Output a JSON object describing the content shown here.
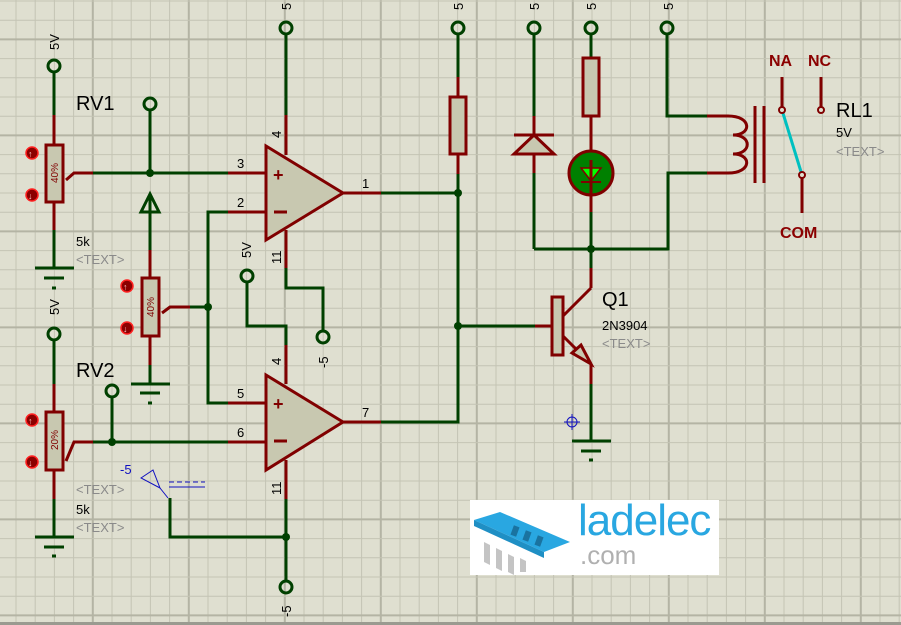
{
  "schematic": {
    "power_terminals": {
      "rv1_top": "5V",
      "rv2_top": "5V",
      "u1_top": "5",
      "r1_top": "5",
      "diode_top": "5",
      "led_r_top": "5",
      "relay_top": "5",
      "u2_vplus": "5V",
      "u1_vminus": "-5",
      "u2_vminus": "-5"
    },
    "components": {
      "rv1": {
        "ref": "RV1",
        "value": "5k",
        "text": "<TEXT>",
        "wiper_pct": "40%"
      },
      "rv2": {
        "ref": "RV2",
        "value": "5k",
        "text": "<TEXT>",
        "wiper_pct": "20%"
      },
      "rv3": {
        "wiper_pct": "40%"
      },
      "q1": {
        "ref": "Q1",
        "value": "2N3904",
        "text": "<TEXT>"
      },
      "rl1": {
        "ref": "RL1",
        "value": "5V",
        "text": "<TEXT>",
        "na": "NA",
        "nc": "NC",
        "com": "COM"
      },
      "generator": {
        "value": "-5",
        "text": "<TEXT>"
      }
    },
    "opamp1": {
      "pins": {
        "vplus": "4",
        "in_plus": "3",
        "in_minus": "2",
        "vminus": "11",
        "out": "1"
      }
    },
    "opamp2": {
      "pins": {
        "vplus": "4",
        "in_plus": "5",
        "in_minus": "6",
        "vminus": "11",
        "out": "7"
      }
    },
    "colors": {
      "wire": "#004000",
      "pin": "#800000",
      "body": "#c8c8b0",
      "led_fill": "#008000",
      "led_arrow": "#00ff00",
      "switch_arm": "#00c0c0",
      "grid": "#c4c4b4",
      "grid_major": "#b4b4a4",
      "background": "#dfdfd0"
    }
  },
  "logo": {
    "name": "ladelec",
    "suffix": ".com"
  }
}
